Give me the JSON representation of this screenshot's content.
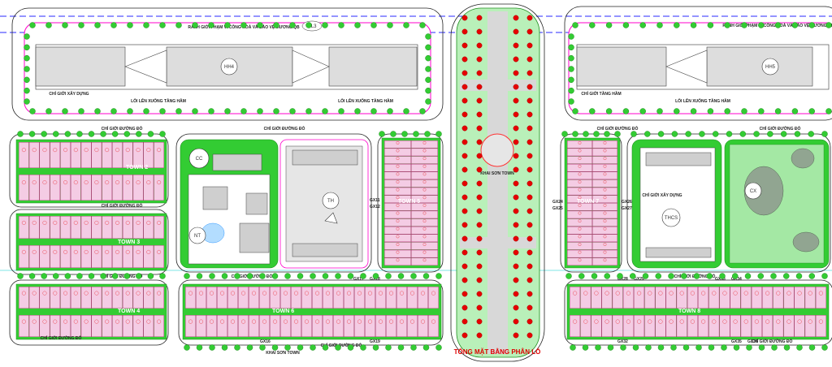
{
  "plan": {
    "title": "TỔNG MẶT BẰNG PHÂN LÔ",
    "boundary_top_left": "RANH GIỚI PHẠM VI CÔNG HOÀ VÀ BẢO VỆ MƯƠNG QB",
    "boundary_top_right": "RANH GIỚI PHẠM VI CÔNG HOÀ VÀ BẢO VỆ MƯƠNG QB",
    "setback_left": "CHỈ GIỚI XÂY DỰNG",
    "ramp_left": "LỐI LÊN XUỐNG TẦNG HẦM",
    "ramp_mid": "LỐI LÊN XUỐNG TẦNG HẦM",
    "setback_right": "CHỈ GIỚI TẦNG HẦM",
    "ramp_right": "LỐI LÊN XUỐNG TẦNG HẦM",
    "road_line": "CHỈ GIỚI ĐƯỜNG ĐỎ",
    "road_vertical": "CHỈ GIỚI ĐƯỜNG ĐỎ",
    "setback_school": "CHỈ GIỚI XÂY DỰNG",
    "town_label": "KHAI SƠN TOWN",
    "plaza_label": "KHAI SƠN TOWN"
  },
  "blocks": {
    "cl3": "CL3",
    "hh4": "HH4",
    "hh5": "HH5",
    "cc": "CC",
    "nt": "NT",
    "th": "TH",
    "thcs": "THCS",
    "cx": "CX",
    "town2": "TOWN 2",
    "town3": "TOWN 3",
    "town4": "TOWN 4",
    "town5": "TOWN 5",
    "town6": "TOWN 6",
    "town7": "TOWN 7",
    "town8": "TOWN 8"
  },
  "codes": {
    "gx13": "GX13",
    "gx17": "GX17",
    "gx18": "GX18",
    "gx19": "GX19",
    "gx16": "GX16",
    "gx12": "GX12",
    "gx24": "GX24",
    "gx25": "GX25",
    "gx26": "GX26",
    "gx27": "GX27",
    "gx28": "GX28",
    "gx29": "GX29",
    "gx30": "GX30",
    "gx31": "GX31",
    "gx32": "GX32",
    "gx33": "GX33",
    "gx34": "GX34",
    "gx35": "GX35",
    "gx36": "GX36",
    "gx11": "GX11"
  },
  "colors": {
    "road": "#e9e9e9",
    "lot": "#f4cce4",
    "lot_border": "#c8007a",
    "green": "#33cc33",
    "green_dark": "#1f8f1f",
    "plaza": "#b9f0b9",
    "tree_red": "#e60000",
    "boundary": "#2a2aff",
    "pink": "#ff00cc"
  }
}
